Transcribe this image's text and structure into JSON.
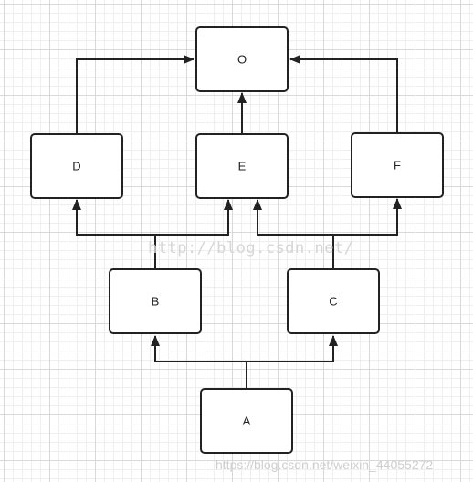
{
  "nodes": {
    "O": "O",
    "D": "D",
    "E": "E",
    "F": "F",
    "B": "B",
    "C": "C",
    "A": "A"
  },
  "watermarks": {
    "center": "http://blog.csdn.net/",
    "bottom": "https://blog.csdn.net/weixin_44055272"
  },
  "colors": {
    "stroke": "#222222",
    "grid_major": "#d9d9d9",
    "grid_minor": "#efefef"
  },
  "edges": [
    {
      "from": "D",
      "to": "O"
    },
    {
      "from": "E",
      "to": "O"
    },
    {
      "from": "F",
      "to": "O"
    },
    {
      "from": "B",
      "to": "D"
    },
    {
      "from": "B",
      "to": "E"
    },
    {
      "from": "C",
      "to": "E"
    },
    {
      "from": "C",
      "to": "F"
    },
    {
      "from": "A",
      "to": "B"
    },
    {
      "from": "A",
      "to": "C"
    }
  ]
}
